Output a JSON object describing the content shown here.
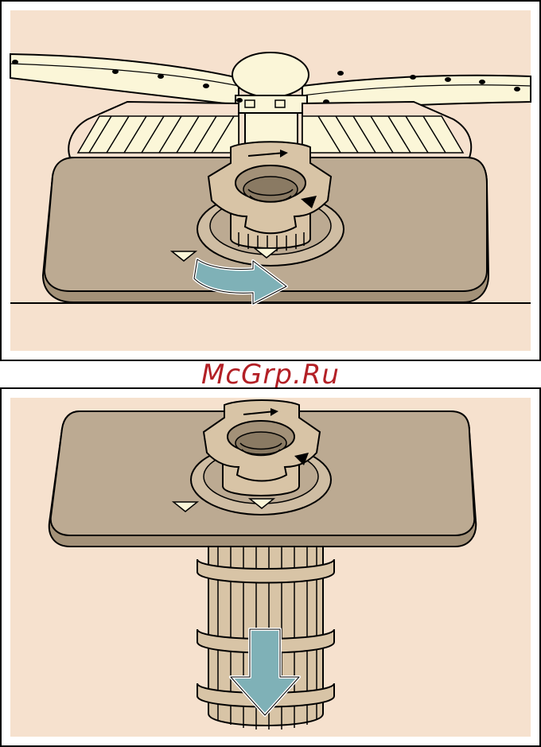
{
  "watermark": {
    "text": "McGrp.Ru"
  },
  "colors": {
    "frame": "#000000",
    "panel_bg": "#f6e1ce",
    "plate": "#bcaa92",
    "plate_dark": "#a39178",
    "cream": "#fbf6d8",
    "filter_body": "#d8c4a6",
    "arrow_fill": "#7fb1b7",
    "arrow_outline": "#ffffff",
    "watermark": "#b32026"
  },
  "steps": [
    {
      "id": "step-1",
      "action": "rotate",
      "arrow": "curved-right-arrow"
    },
    {
      "id": "step-2",
      "action": "pull-down",
      "arrow": "down-arrow"
    }
  ]
}
